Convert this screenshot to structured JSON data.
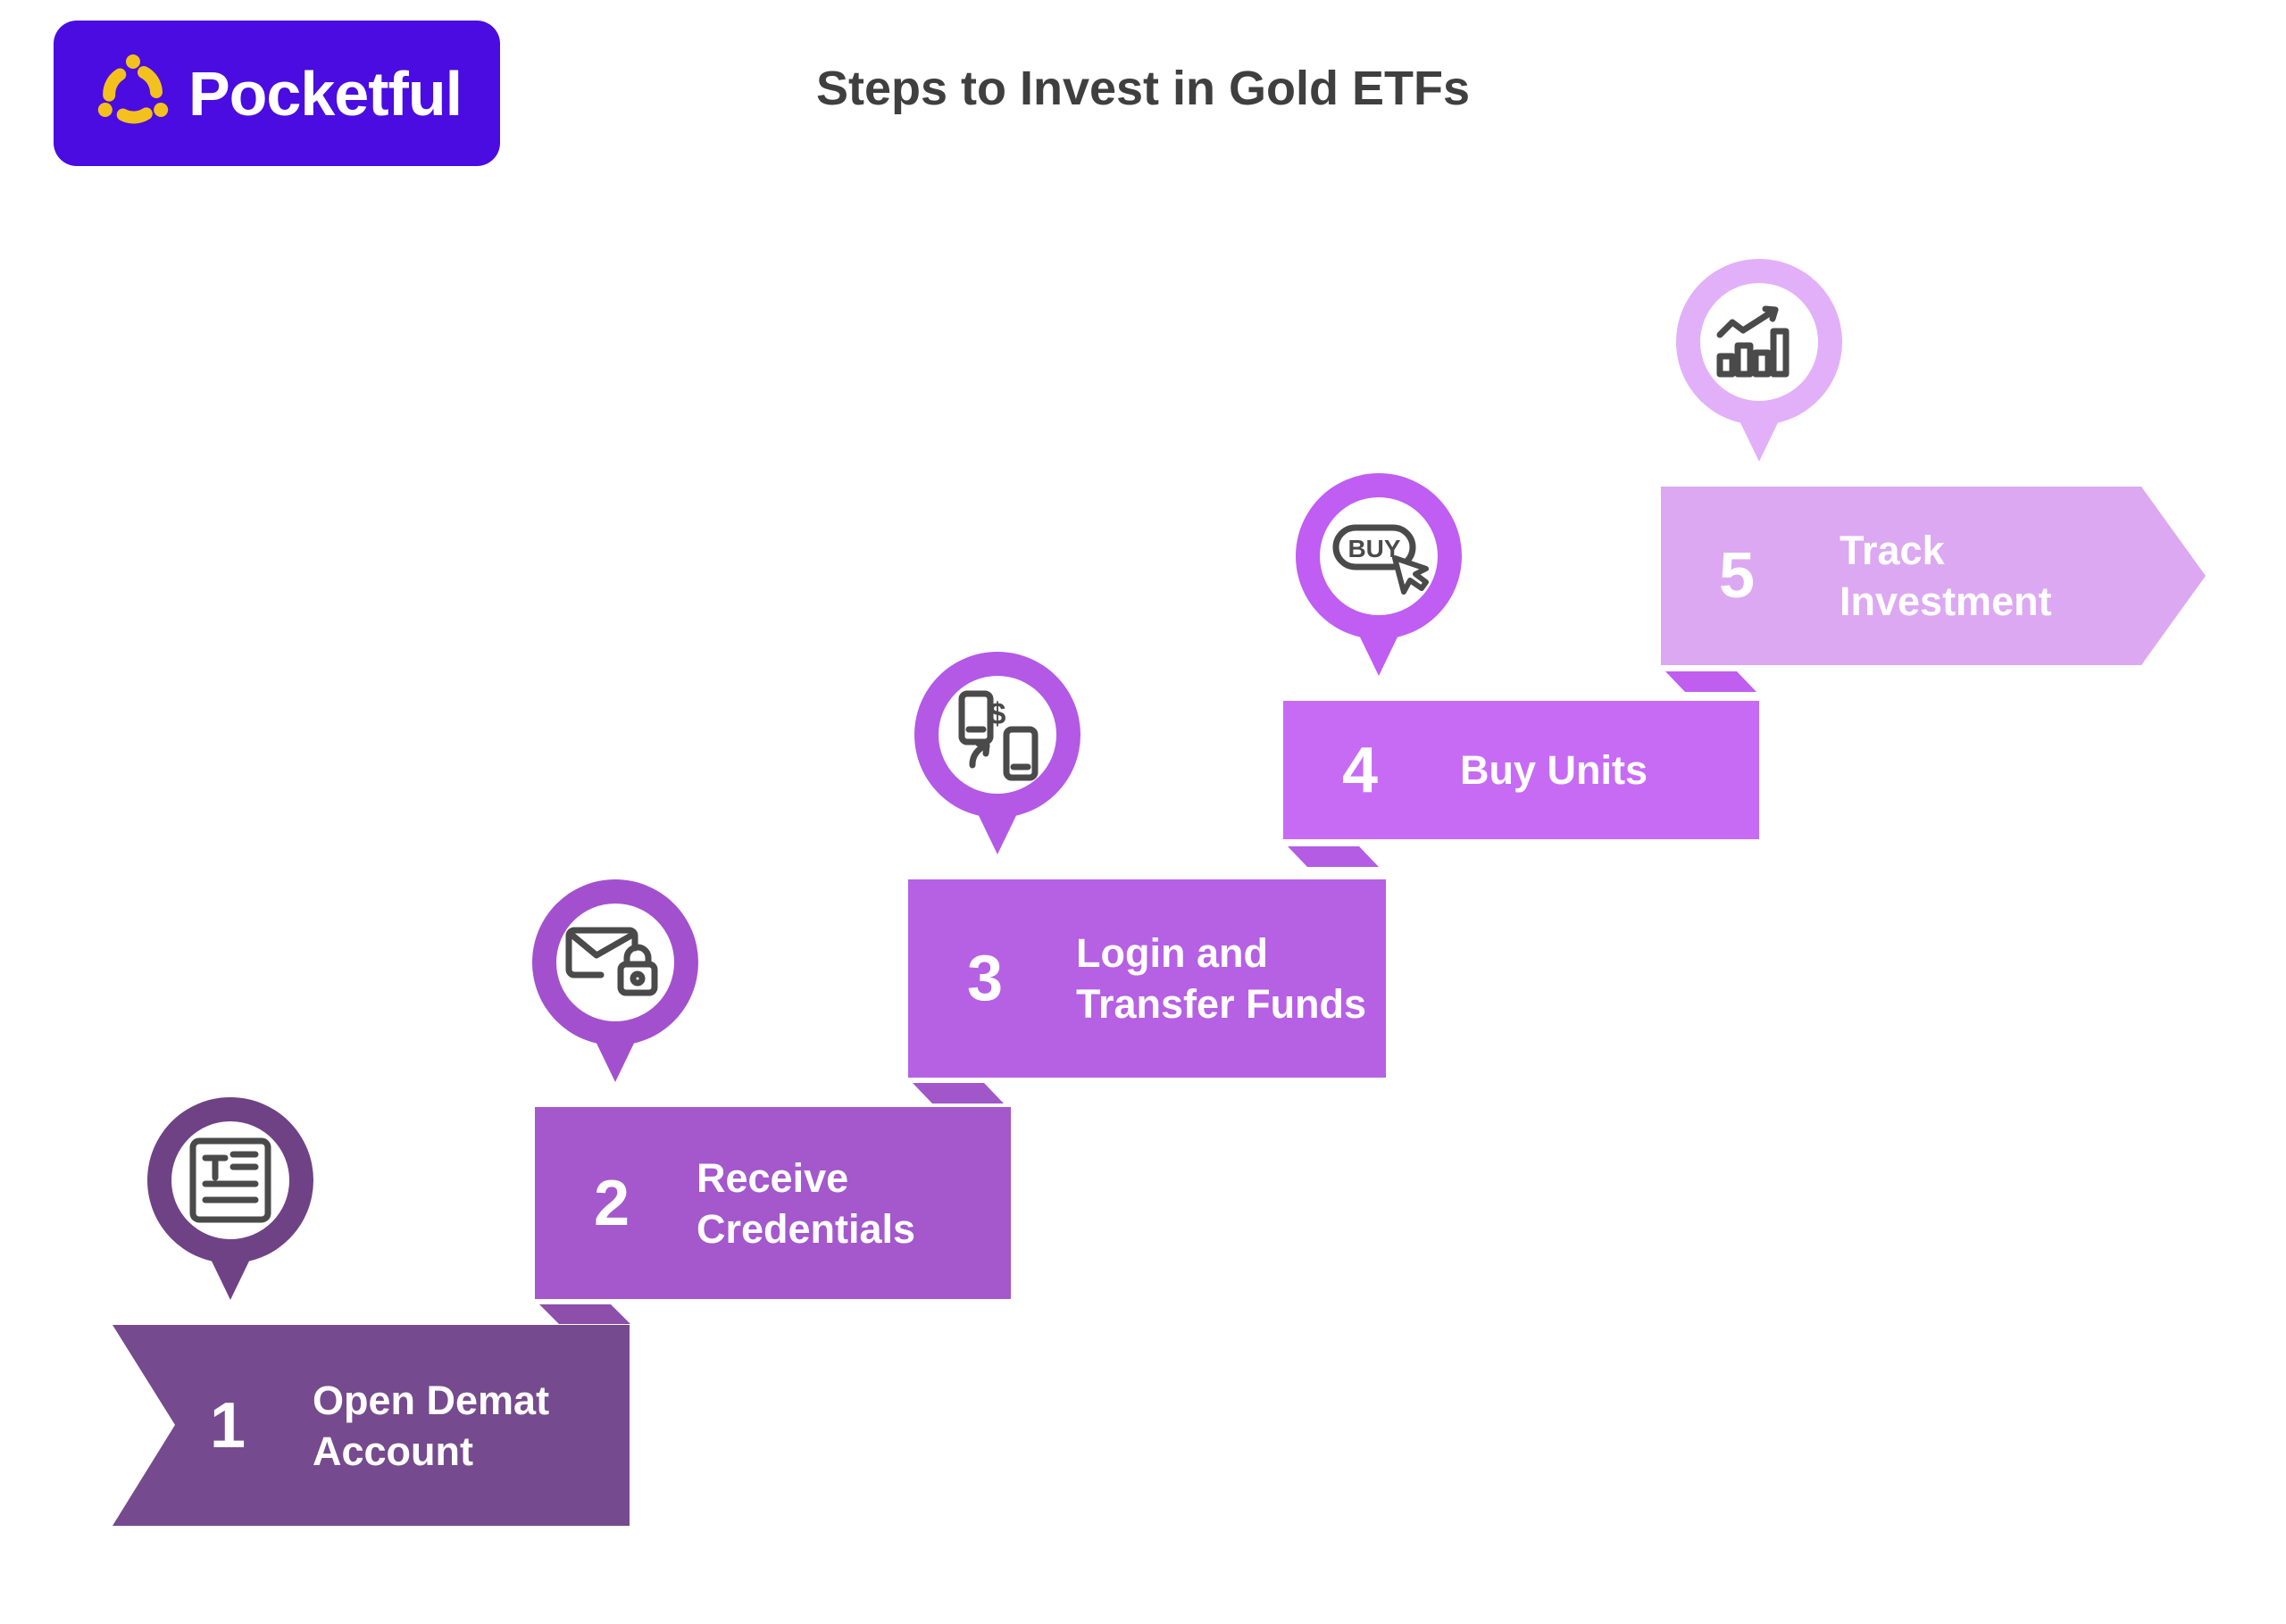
{
  "brand": {
    "name": "Pocketful",
    "logo_bg": "#4a0ce0",
    "logo_mark_color": "#f2c11e",
    "logo_text_color": "#ffffff"
  },
  "title": "Steps to Invest in Gold ETFs",
  "title_color": "#3f3f3f",
  "background": "#ffffff",
  "icon_stroke": "#4a4a4a",
  "steps": [
    {
      "number": "1",
      "label": "Open Demat Account",
      "lines": [
        "Open Demat",
        "Account"
      ],
      "color": "#764a8e",
      "marker_color": "#6f4286",
      "icon": "document-icon"
    },
    {
      "number": "2",
      "label": "Receive Credentials",
      "lines": [
        "Receive",
        "Credentials"
      ],
      "color": "#a458cc",
      "marker_color": "#a350cf",
      "fold_color": "#8d4fa9",
      "icon": "mail-lock-icon"
    },
    {
      "number": "3",
      "label": "Login and Transfer Funds",
      "lines": [
        "Login and",
        "Transfer Funds"
      ],
      "color": "#b660e4",
      "marker_color": "#b359e6",
      "fold_color": "#a156c9",
      "icon": "fund-transfer-icon",
      "icon_symbol": "$"
    },
    {
      "number": "4",
      "label": "Buy Units",
      "lines": [
        "Buy Units"
      ],
      "color": "#c76bf5",
      "marker_color": "#c05df2",
      "fold_color": "#b45ce4",
      "icon": "buy-click-icon",
      "icon_text": "BUY"
    },
    {
      "number": "5",
      "label": "Track Investment",
      "lines": [
        "Track",
        "Investment"
      ],
      "color": "#dda8f2",
      "marker_color": "#e2b0f8",
      "fold_color": "#c05ef0",
      "icon": "growth-chart-icon"
    }
  ]
}
